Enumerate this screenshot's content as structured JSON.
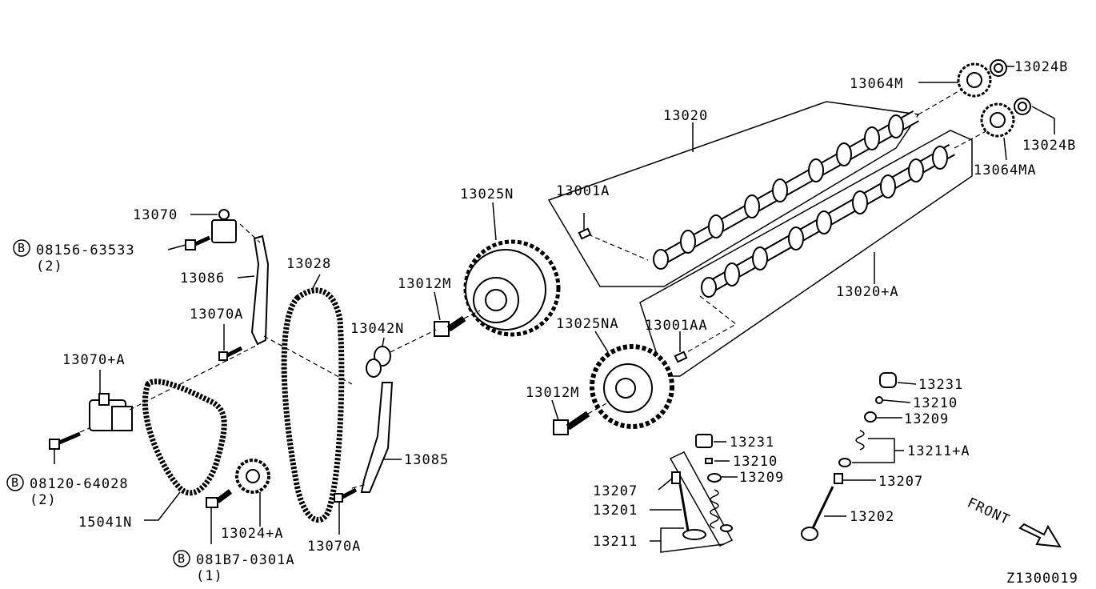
{
  "diagram_id": "Z1300019",
  "front_label": "FRONT",
  "labels": {
    "p13070": "13070",
    "p08156": "08156-63533",
    "p08156_qty": "(2)",
    "p13086": "13086",
    "p13070A_top": "13070A",
    "p13070plusA": "13070+A",
    "p08120": "08120-64028",
    "p08120_qty": "(2)",
    "p15041N": "15041N",
    "p081B7": "081B7-0301A",
    "p081B7_qty": "(1)",
    "p13024plusA": "13024+A",
    "p13070A_bot": "13070A",
    "p13028": "13028",
    "p13042N": "13042N",
    "p13085": "13085",
    "p13012M_top": "13012M",
    "p13025N": "13025N",
    "p13025NA": "13025NA",
    "p13012M_bot": "13012M",
    "p13001A": "13001A",
    "p13001AA": "13001AA",
    "p13020": "13020",
    "p13020plusA": "13020+A",
    "p13064M": "13064M",
    "p13024B_top": "13024B",
    "p13024B_bot": "13024B",
    "p13064MA": "13064MA",
    "p13231_left": "13231",
    "p13210_left": "13210",
    "p13209_left": "13209",
    "p13207_left": "13207",
    "p13201": "13201",
    "p13211": "13211",
    "p13231_right": "13231",
    "p13210_right": "13210",
    "p13209_right": "13209",
    "p13211plusA": "13211+A",
    "p13207_right": "13207",
    "p13202": "13202"
  },
  "circled_marker": "B"
}
